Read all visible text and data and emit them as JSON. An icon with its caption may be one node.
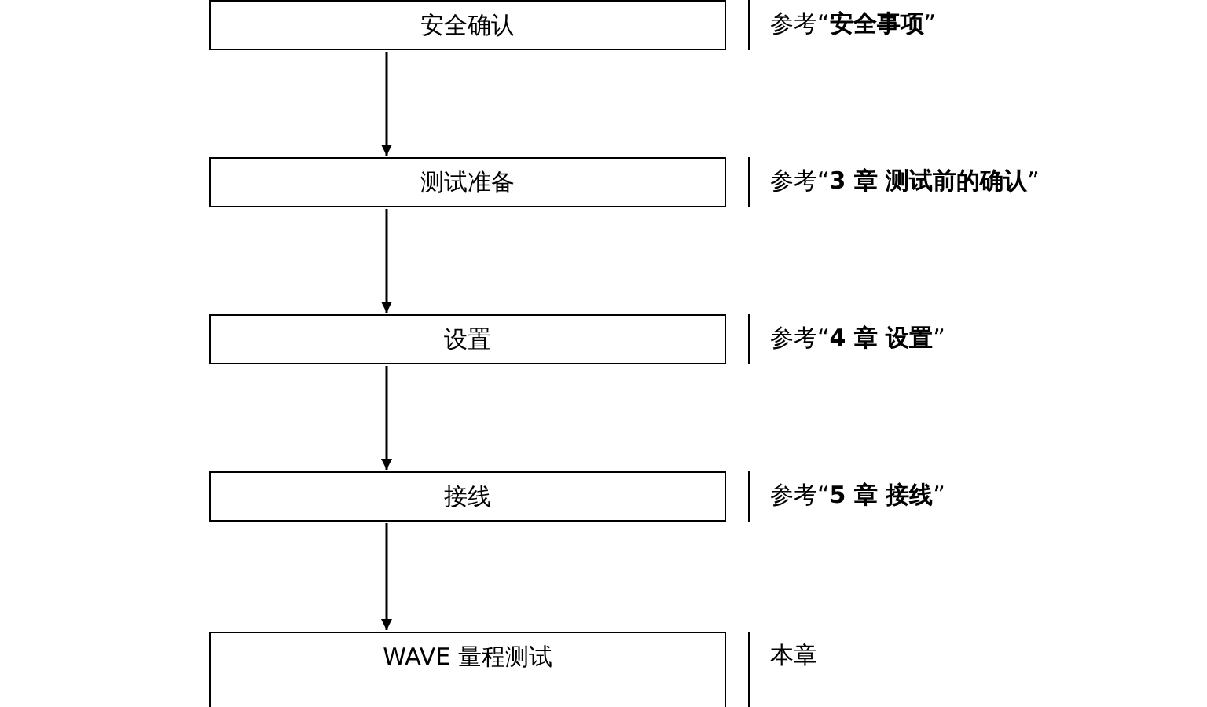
{
  "diagram": {
    "nodes": [
      {
        "text": [
          "安全确认"
        ],
        "beside": [
          "参考“**安全事项**”"
        ]
      },
      {
        "text": [
          "测试准备"
        ],
        "beside": [
          "参考“**3 章 测试前的确认**”"
        ]
      },
      {
        "text": [
          "设置"
        ],
        "beside": [
          "参考“**4 章 设置**”"
        ]
      },
      {
        "text": [
          "接线"
        ],
        "beside": [
          "参考“**5 章 接线**”"
        ]
      },
      {
        "text": [
          "WAVE 量程测试"
        ],
        "beside": [
          "本章"
        ]
      }
    ],
    "edges": [
      {
        "from": 0,
        "to": 1,
        "arrow": "to"
      },
      {
        "from": 1,
        "to": 2,
        "arrow": "to"
      },
      {
        "from": 2,
        "to": 3,
        "arrow": "to"
      },
      {
        "from": 3,
        "to": 4,
        "arrow": "to"
      }
    ]
  }
}
